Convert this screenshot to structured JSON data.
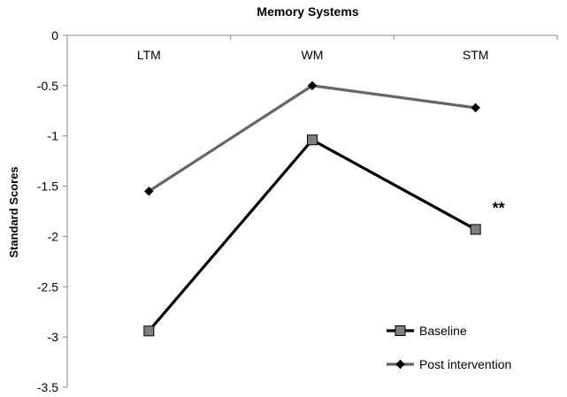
{
  "chart_data": {
    "type": "line",
    "title": "Memory Systems",
    "xlabel": "",
    "ylabel": "Standard  Scores",
    "categories": [
      "LTM",
      "WM",
      "STM"
    ],
    "ylim": [
      -3.5,
      0
    ],
    "yticks": [
      0,
      -0.5,
      -1,
      -1.5,
      -2,
      -2.5,
      -3,
      -3.5
    ],
    "ytick_labels": [
      "0",
      "-0.5",
      "-1",
      "-1.5",
      "-2",
      "-2.5",
      "-3",
      "-3.5"
    ],
    "grid": false,
    "legend_position": "bottom-right",
    "series": [
      {
        "name": "Baseline",
        "values": [
          -2.94,
          -1.04,
          -1.93
        ],
        "color": "#000000",
        "marker": "square",
        "marker_fill": "#7f7f7f"
      },
      {
        "name": "Post intervention",
        "values": [
          -1.55,
          -0.5,
          -0.72
        ],
        "color": "#666666",
        "marker": "diamond",
        "marker_fill": "#000000"
      }
    ],
    "annotations": [
      {
        "text": "**",
        "category": "STM",
        "y": -1.7
      }
    ]
  }
}
